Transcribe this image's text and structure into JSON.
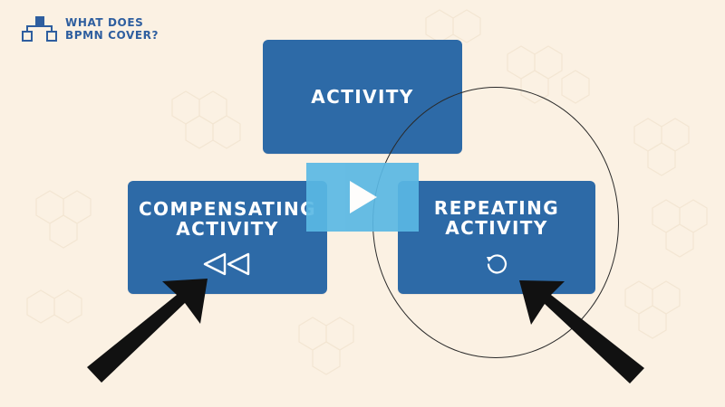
{
  "logo": {
    "line1": "WHAT DOES",
    "line2": "BPMN COVER?"
  },
  "cards": {
    "activity": {
      "title": "ACTIVITY"
    },
    "compensating": {
      "title_line1": "COMPENSATING",
      "title_line2": "ACTIVITY",
      "icon": "rewind-icon"
    },
    "repeating": {
      "title_line1": "REPEATING",
      "title_line2": "ACTIVITY",
      "icon": "loop-icon"
    }
  },
  "video": {
    "play_icon": "play-icon"
  },
  "colors": {
    "background": "#fbf1e3",
    "card": "#2d6aa7",
    "play_overlay": "#5ab8e4",
    "arrow": "#111111"
  }
}
